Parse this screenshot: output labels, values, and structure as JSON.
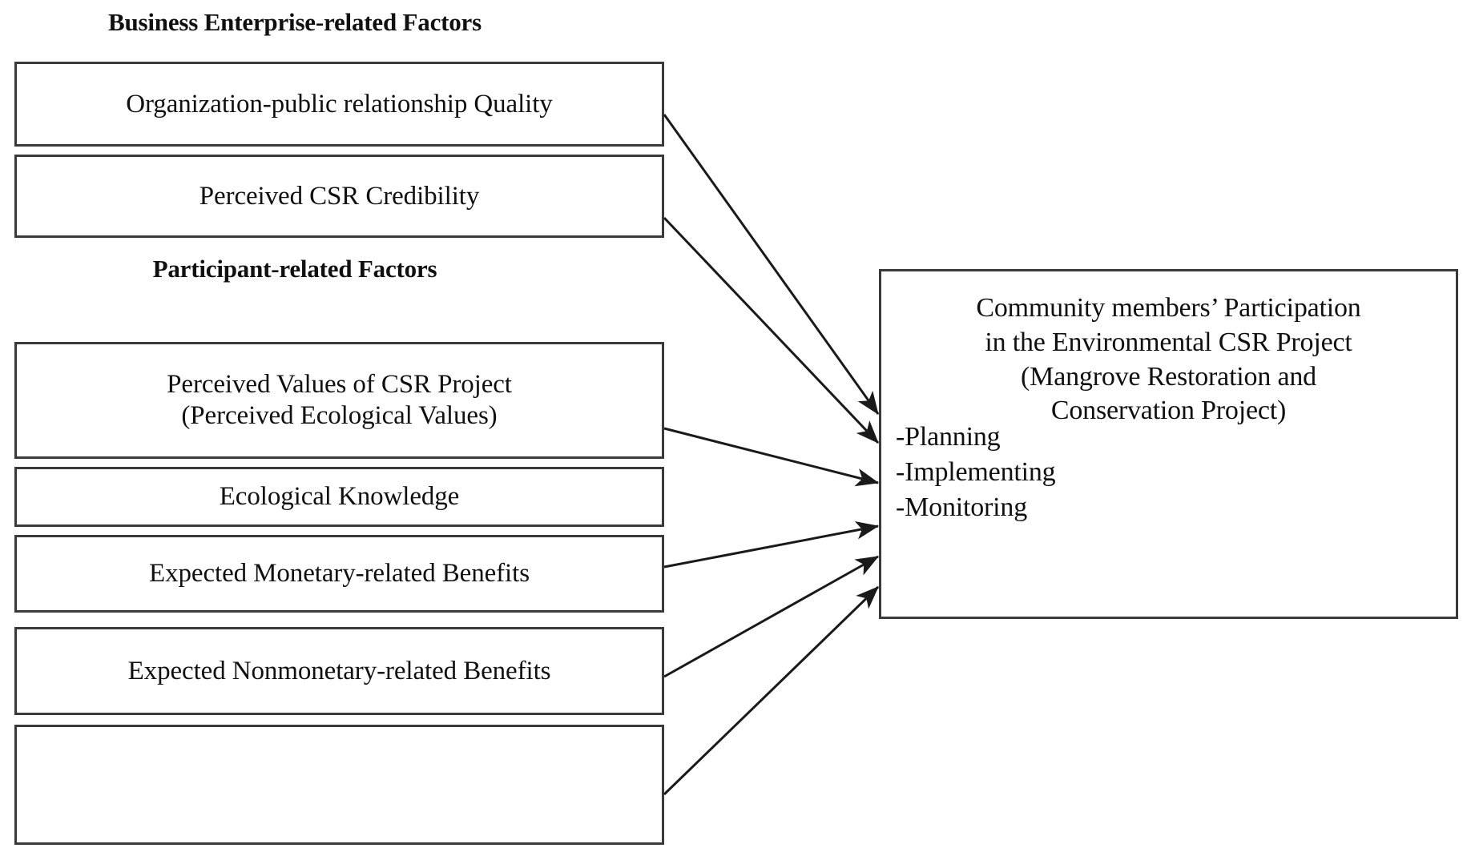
{
  "diagram": {
    "title_note": "Conceptual framework of community participation in environmental CSR project",
    "groups": [
      {
        "id": "business-enterprise",
        "heading": "Business Enterprise-related Factors"
      },
      {
        "id": "participant",
        "heading": "Participant-related Factors"
      }
    ],
    "antecedent_boxes": [
      {
        "id": "organization-public-relationship-quality",
        "group": "business-enterprise",
        "lines": [
          "Organization-public relationship Quality"
        ]
      },
      {
        "id": "perceived-csr-credibility",
        "group": "business-enterprise",
        "lines": [
          "Perceived  CSR Credibility"
        ]
      },
      {
        "id": "perceived-values-of-csr-project",
        "group": "participant",
        "lines": [
          "Perceived  Values of CSR Project",
          "(Perceived  Ecological Values)"
        ]
      },
      {
        "id": "ecological-knowledge",
        "group": "participant",
        "lines": [
          "Ecological Knowledge"
        ]
      },
      {
        "id": "expected-monetary-related-benefits",
        "group": "participant",
        "lines": [
          "Expected  Monetary-related  Benefits"
        ]
      },
      {
        "id": "expected-nonmonetary-related-benefits",
        "group": "participant",
        "lines": [
          "Expected  Nonmonetary-related  Benefits"
        ]
      },
      {
        "id": "empty-box",
        "group": "participant",
        "lines": [
          ""
        ]
      }
    ],
    "outcome": {
      "id": "community-participation-outcome",
      "title_lines": [
        "Community members’ Participation",
        "in the Environmental CSR Project",
        "(Mangrove  Restoration  and",
        "Conservation  Project)"
      ],
      "list_items": [
        "-Planning",
        "-Implementing",
        "-Monitoring"
      ]
    },
    "colors": {
      "border": "#3a3a3a",
      "text": "#101010",
      "background": "#ffffff",
      "connector": "#1a1a1a"
    }
  }
}
